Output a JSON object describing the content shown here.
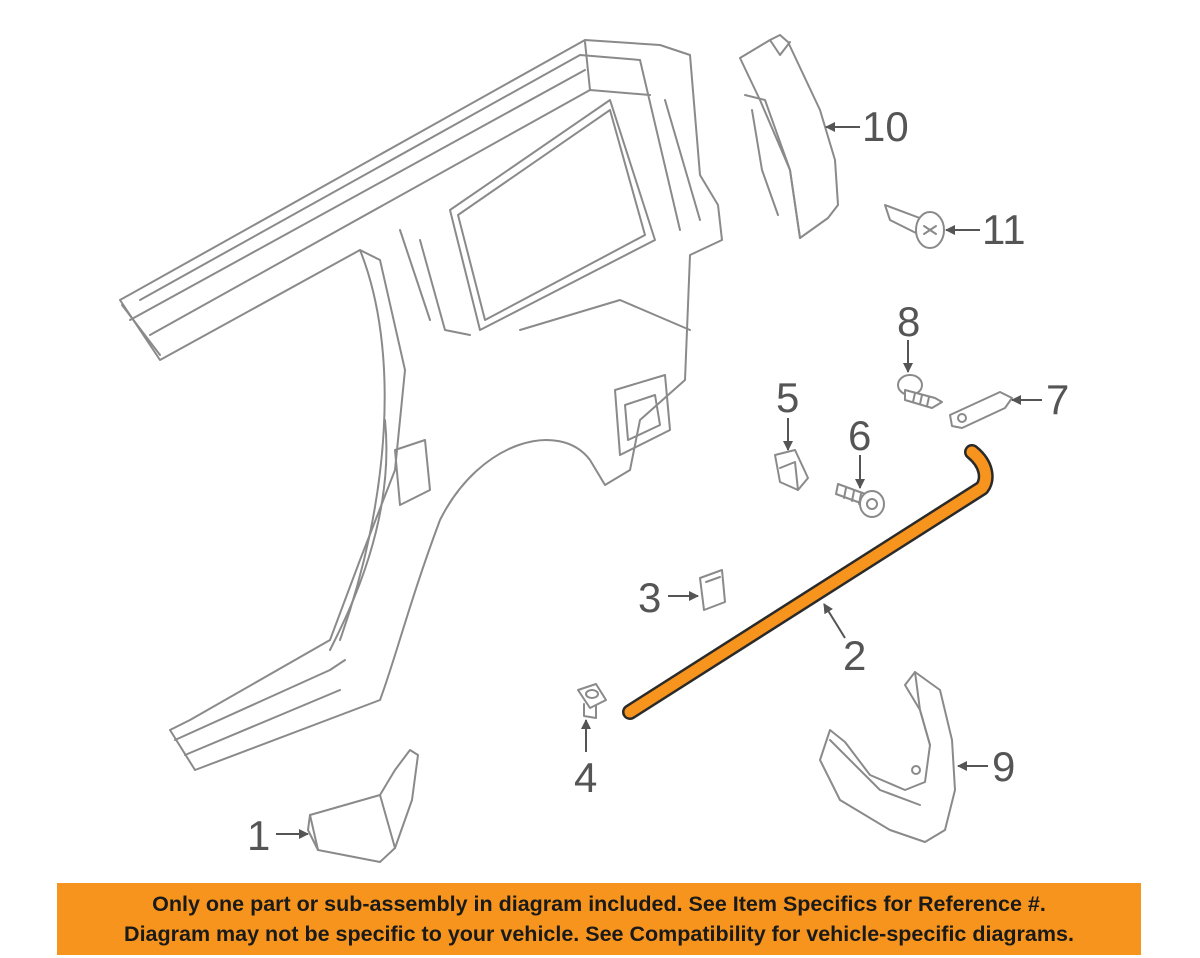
{
  "callouts": {
    "c1": "1",
    "c2": "2",
    "c3": "3",
    "c4": "4",
    "c5": "5",
    "c6": "6",
    "c7": "7",
    "c8": "8",
    "c9": "9",
    "c10": "10",
    "c11": "11"
  },
  "disclaimer": {
    "line1": "Only one part or sub-assembly in diagram included. See Item Specifics for Reference #.",
    "line2": "Diagram may not be specific to your vehicle. See Compatibility for vehicle-specific diagrams."
  },
  "colors": {
    "highlight": "#f7941d",
    "linework": "#8a8a8a"
  }
}
